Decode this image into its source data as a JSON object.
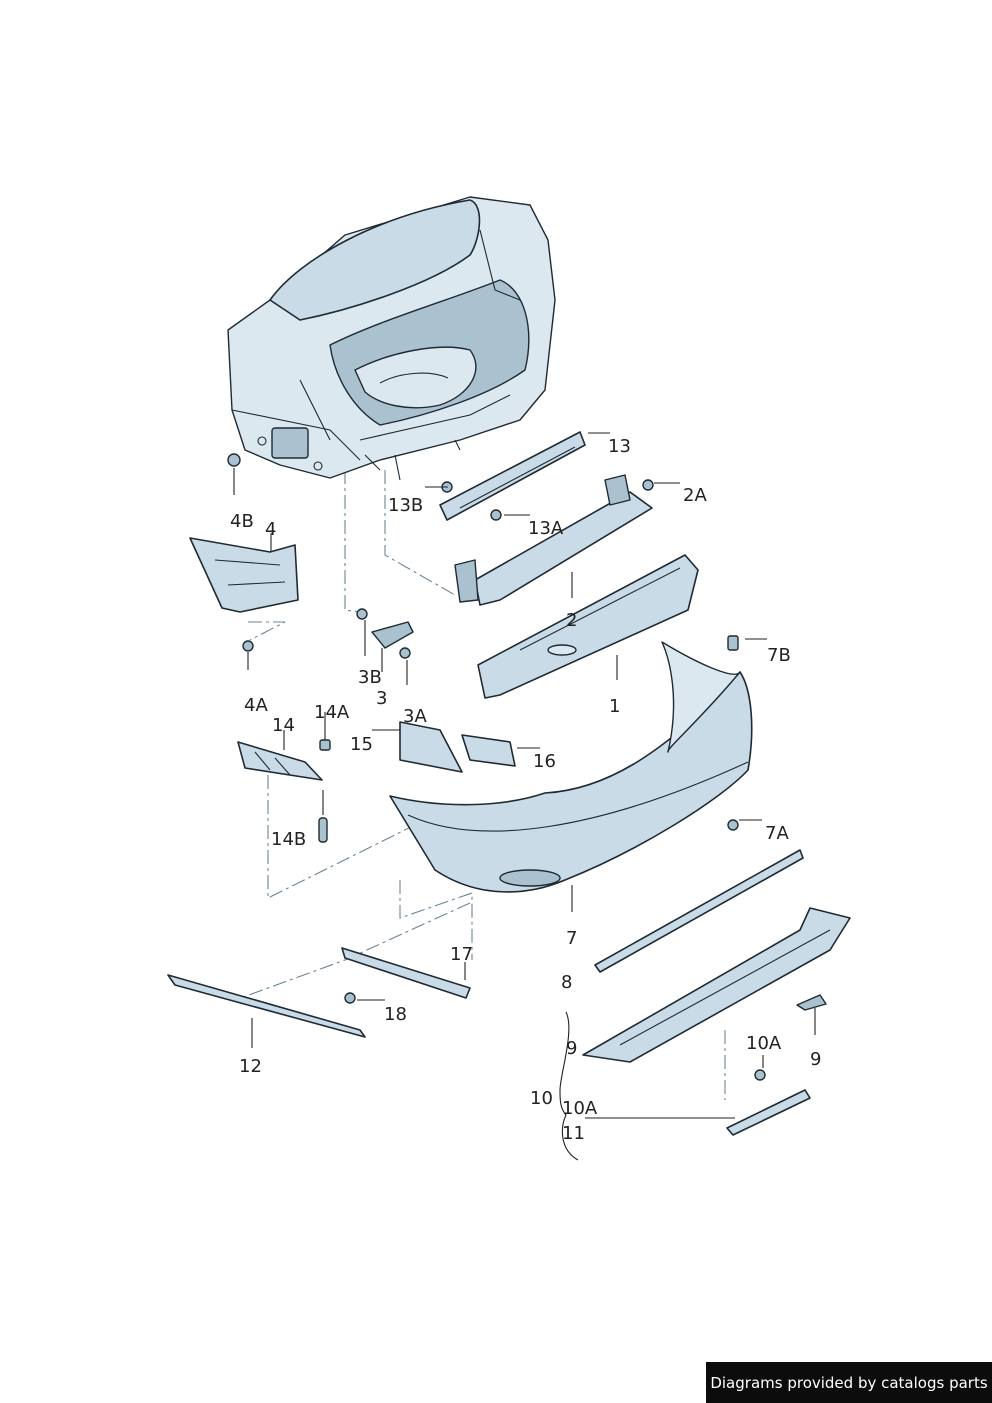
{
  "callouts": {
    "c1": "1",
    "c2": "2",
    "c2A": "2A",
    "c3": "3",
    "c3A": "3A",
    "c3B": "3B",
    "c4": "4",
    "c4A": "4A",
    "c4B": "4B",
    "c7": "7",
    "c7A": "7A",
    "c7B": "7B",
    "c8": "8",
    "c9a": "9",
    "c9b": "9",
    "c10": "10",
    "c10A_top": "10A",
    "c10A": "10A",
    "c11": "11",
    "c12": "12",
    "c13": "13",
    "c13A": "13A",
    "c13B": "13B",
    "c14": "14",
    "c14A": "14A",
    "c14B": "14B",
    "c15": "15",
    "c16": "16",
    "c17": "17",
    "c18": "18"
  },
  "footer": {
    "text": "Diagrams provided by catalogs parts"
  },
  "colors": {
    "part_fill": "#c9dbe6",
    "outline": "#1f2a33",
    "footer_bg": "#0c0c0c"
  }
}
